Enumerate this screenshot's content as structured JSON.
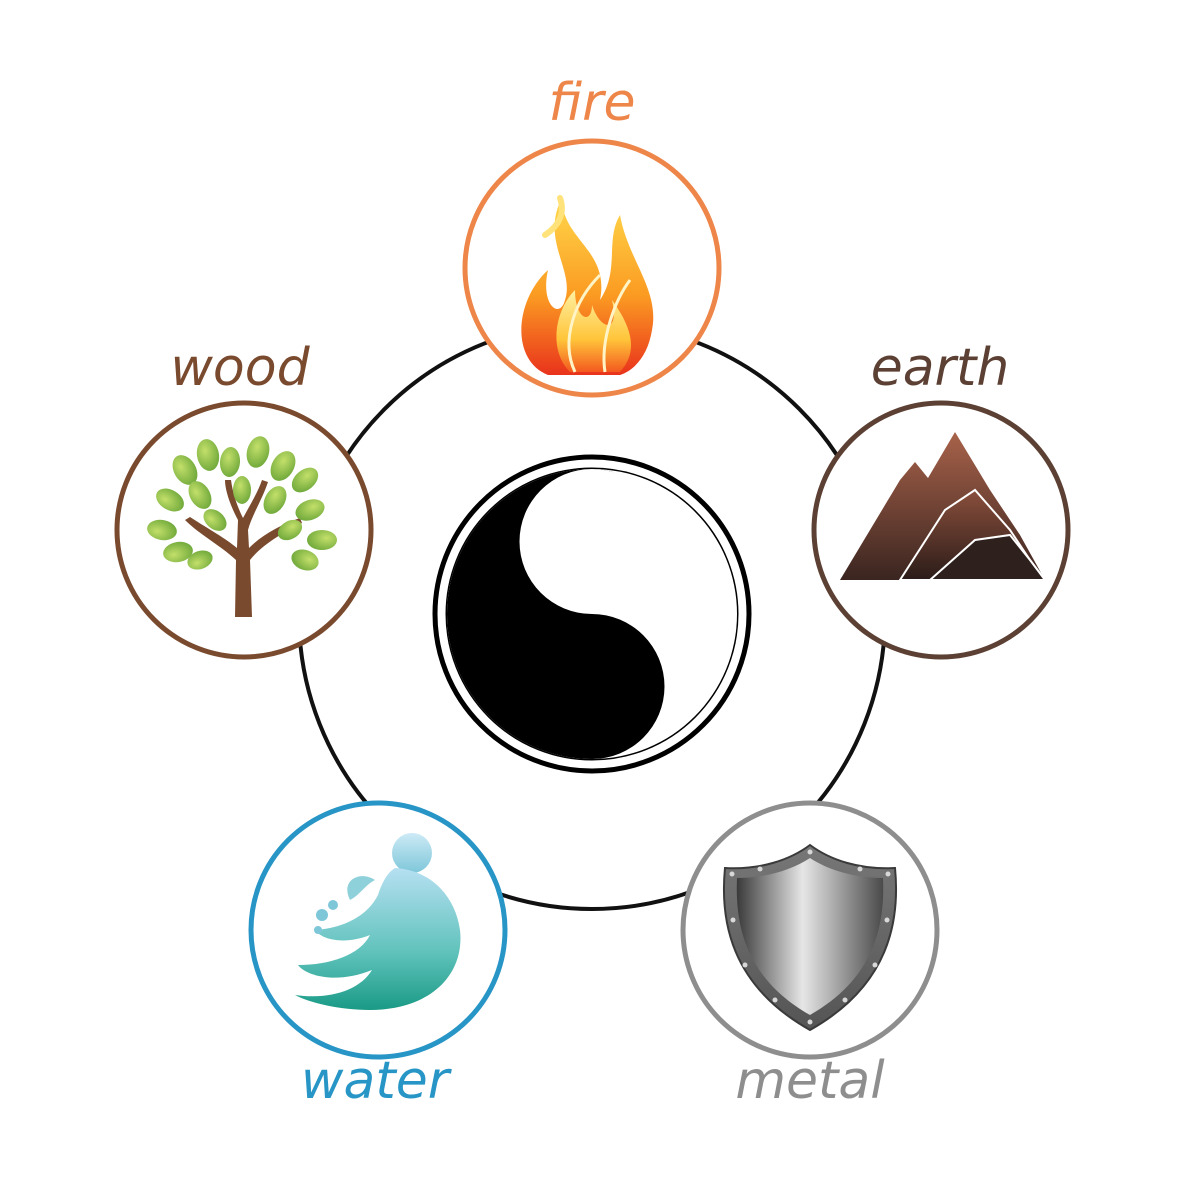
{
  "elements": {
    "fire": {
      "label": "fire",
      "color": "#ee8649",
      "icon": "flame-icon"
    },
    "earth": {
      "label": "earth",
      "color": "#5c4033",
      "icon": "mountain-icon"
    },
    "metal": {
      "label": "metal",
      "color": "#8e8e8e",
      "icon": "shield-icon"
    },
    "water": {
      "label": "water",
      "color": "#2795c6",
      "icon": "wave-icon"
    },
    "wood": {
      "label": "wood",
      "color": "#7a4a2e",
      "icon": "tree-icon"
    }
  },
  "center": {
    "icon": "yin-yang-icon"
  }
}
